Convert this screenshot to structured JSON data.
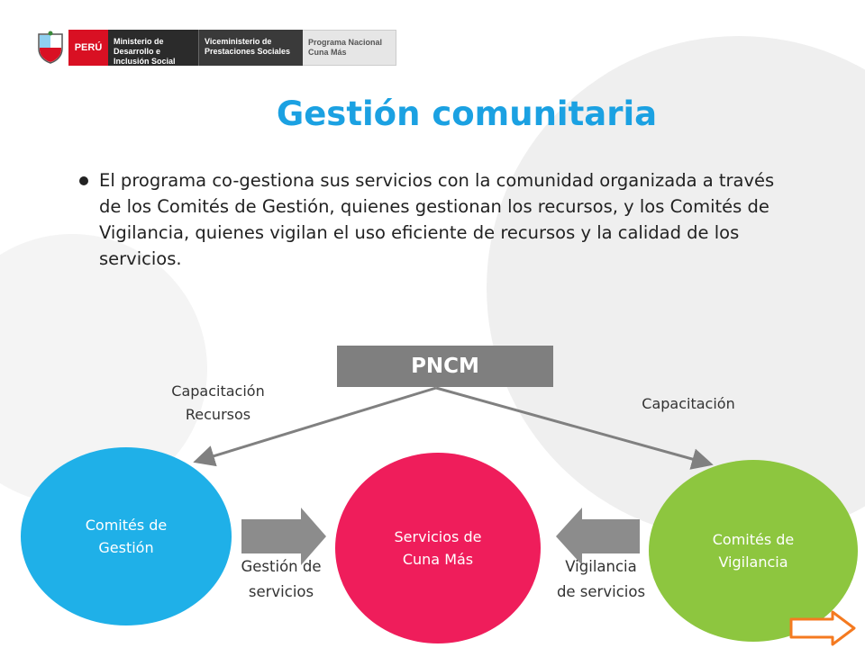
{
  "header": {
    "country": "PERÚ",
    "ministry": "Ministerio de Desarrollo e Inclusión Social",
    "vice_ministry": "Viceministerio de Prestaciones Sociales",
    "program": "Programa Nacional Cuna Más"
  },
  "title": "Gestión comunitaria",
  "body": "El programa co-gestiona sus servicios con la comunidad organizada a través de los Comités de Gestión, quienes gestionan los recursos, y los Comités de Vigilancia, quienes vigilan el uso eficiente de recursos y la calidad de los servicios.",
  "diagram": {
    "top_box": "PNCM",
    "left_edge_label_1": "Capacitación",
    "left_edge_label_2": "Recursos",
    "right_edge_label": "Capacitación",
    "left_node_1": "Comités de",
    "left_node_2": "Gestión",
    "center_node_1": "Servicios de",
    "center_node_2": "Cuna Más",
    "right_node_1": "Comités de",
    "right_node_2": "Vigilancia",
    "left_flow_label_1": "Gestión de",
    "left_flow_label_2": "servicios",
    "right_flow_label_1": "Vigilancia",
    "right_flow_label_2": "de servicios"
  },
  "colors": {
    "title": "#1ba1e2",
    "gestion": "#1fb0e8",
    "servicios": "#ef1d5b",
    "vigilancia": "#8dc63f",
    "pncm": "#7f7f7f",
    "nav_arrow": "#f47a20"
  },
  "icons": {
    "shield": "coat-of-arms-icon",
    "next": "next-arrow-icon"
  }
}
